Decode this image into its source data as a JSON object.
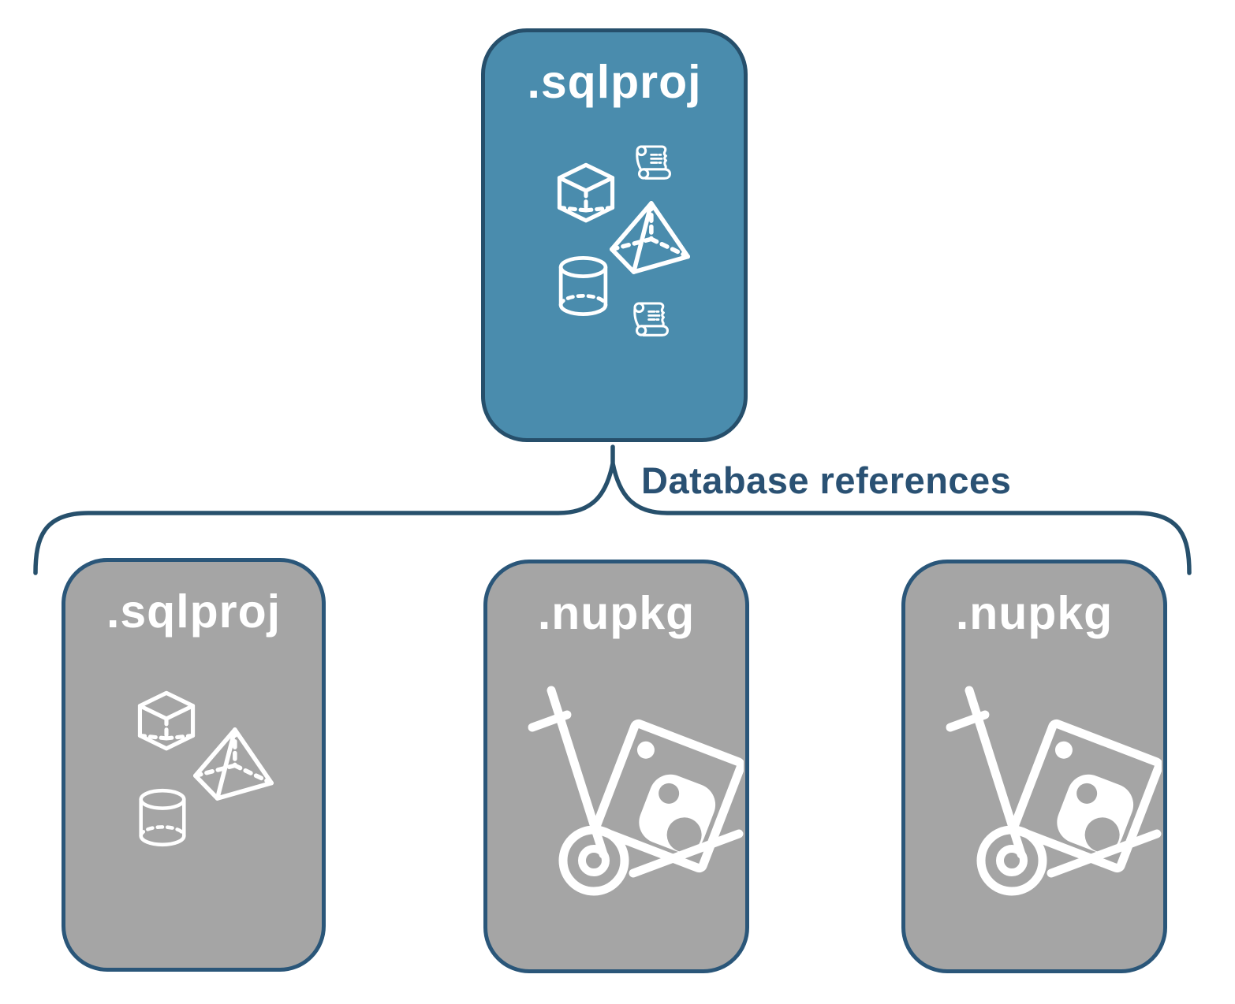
{
  "diagram": {
    "main_node": {
      "label": ".sqlproj"
    },
    "connector": {
      "label": "Database references"
    },
    "children": [
      {
        "label": ".sqlproj"
      },
      {
        "label": ".nupkg"
      },
      {
        "label": ".nupkg"
      }
    ],
    "icons": {
      "main_node": [
        "cube-icon",
        "script-scroll-icon",
        "pyramid-icon",
        "cylinder-icon",
        "script-scroll-icon"
      ],
      "child_sqlproj": [
        "cube-icon",
        "pyramid-icon",
        "cylinder-icon"
      ],
      "child_nupkg": [
        "package-dolly-icon"
      ]
    },
    "colors": {
      "main_node_fill": "#4A8CAD",
      "main_node_border": "#264F6B",
      "child_node_fill": "#A5A5A5",
      "child_node_border": "#2A5679",
      "brace_stroke": "#27506C",
      "connector_text": "#2A5173",
      "icon_stroke": "#FFFFFF"
    }
  }
}
